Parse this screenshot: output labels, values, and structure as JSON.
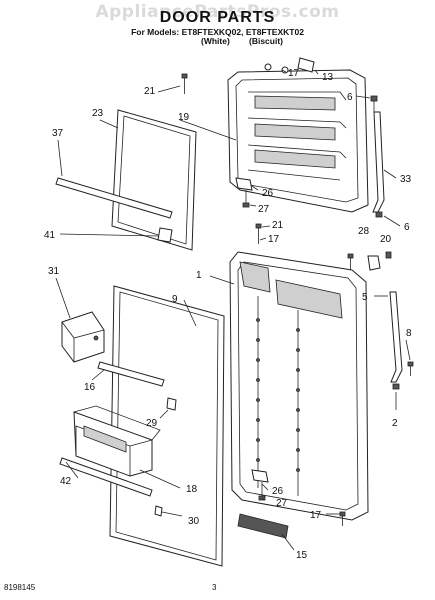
{
  "watermark": "AppliancePartsPros.com",
  "title": "DOOR PARTS",
  "models_line": "For Models: ET8FTEXKQ02, ET8FTEXKT02",
  "variant_white": "(White)",
  "variant_biscuit": "(Biscuit)",
  "footer_left": "8198145",
  "footer_center": "3",
  "callouts": {
    "c21a": "21",
    "c17a": "17",
    "c13": "13",
    "c6a": "6",
    "c23": "23",
    "c19": "19",
    "c37": "37",
    "c26a": "26",
    "c27a": "27",
    "c33": "33",
    "c21b": "21",
    "c17b": "17",
    "c6b": "6",
    "c41": "41",
    "c28": "28",
    "c20": "20",
    "c31": "31",
    "c1": "1",
    "c9": "9",
    "c5": "5",
    "c8": "8",
    "c16": "16",
    "c29": "29",
    "c2": "2",
    "c42": "42",
    "c18": "18",
    "c26b": "26",
    "c27b": "27",
    "c30": "30",
    "c17c": "17",
    "c15": "15"
  }
}
